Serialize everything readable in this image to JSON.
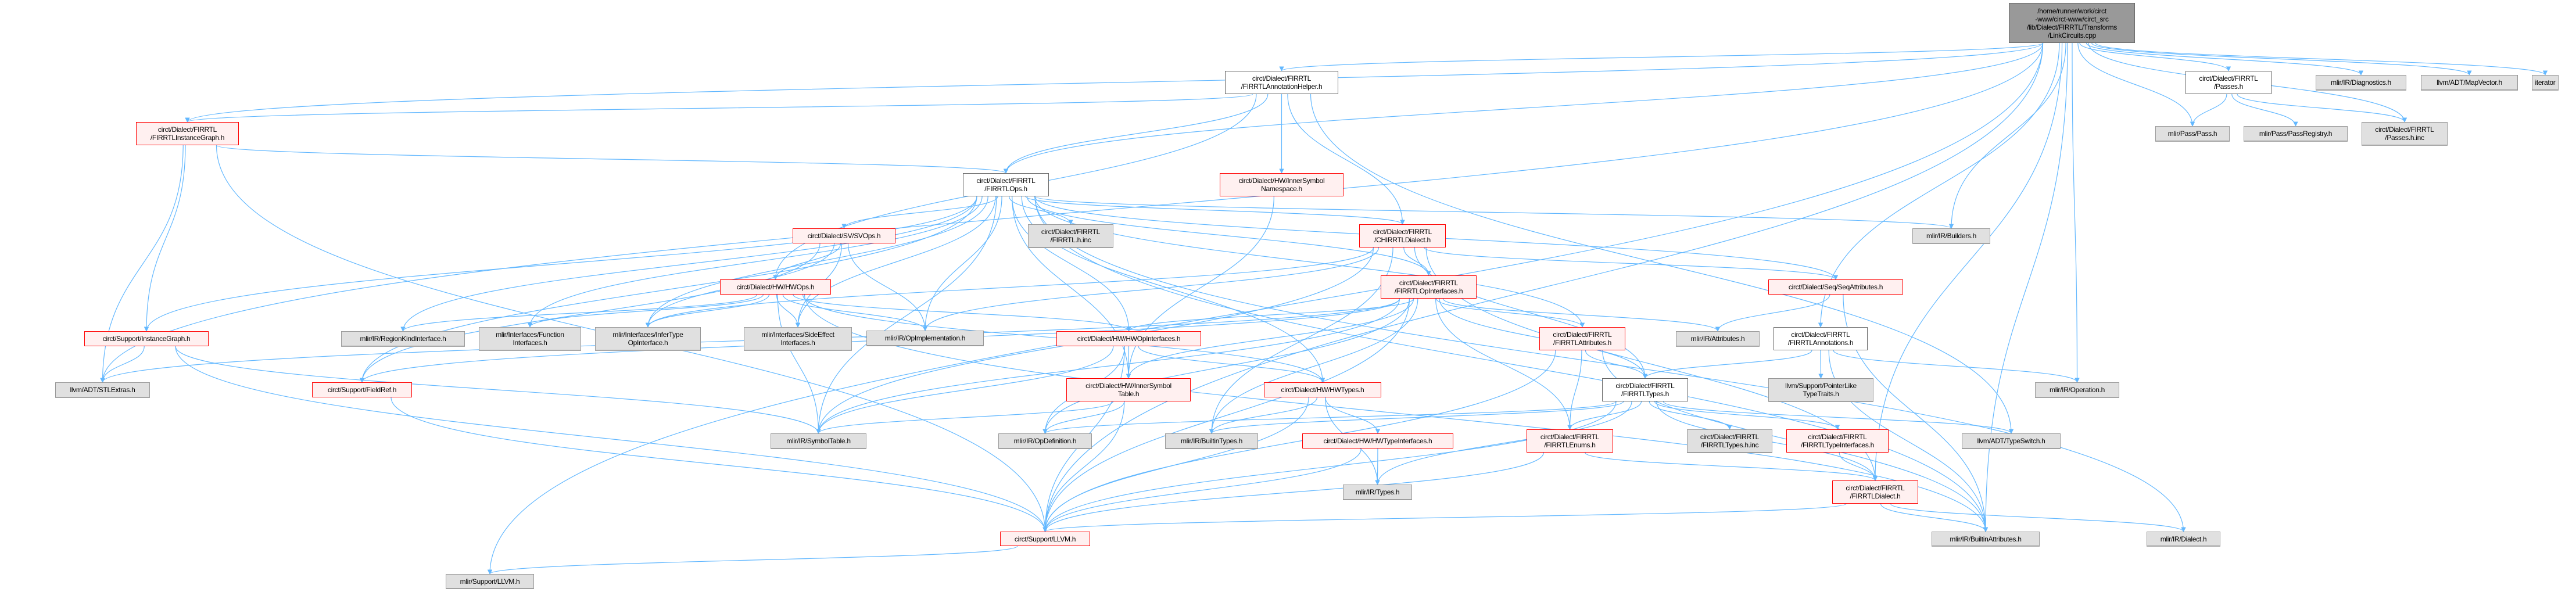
{
  "graph": {
    "edge_color": "#63b8ff",
    "nodes": {
      "main": "/home/runner/work/circt\n-www/circt-www/circt_src\n/lib/Dialect/FIRRTL/Transforms\n/LinkCircuits.cpp",
      "annot_helper": "circt/Dialect/FIRRTL\n/FIRRTLAnnotationHelper.h",
      "firrtl_inst_graph": "circt/Dialect/FIRRTL\n/FIRRTLInstanceGraph.h",
      "firrtl_ops": "circt/Dialect/FIRRTL\n/FIRRTLOps.h",
      "inner_sym_ns": "circt/Dialect/HW/InnerSymbol\nNamespace.h",
      "passes": "circt/Dialect/FIRRTL\n/Passes.h",
      "diagnostics": "mlir/IR/Diagnostics.h",
      "mapvector": "llvm/ADT/MapVector.h",
      "iterator": "iterator",
      "pass": "mlir/Pass/Pass.h",
      "passregistry": "mlir/Pass/PassRegistry.h",
      "passes_inc": "circt/Dialect/FIRRTL\n/Passes.h.inc",
      "builders": "mlir/IR/Builders.h",
      "svops": "circt/Dialect/SV/SVOps.h",
      "firrtl_inc": "circt/Dialect/FIRRTL\n/FIRRTL.h.inc",
      "chirrtl": "circt/Dialect/FIRRTL\n/CHIRRTLDialect.h",
      "seqattr": "circt/Dialect/Seq/SeqAttributes.h",
      "firrtl_opif": "circt/Dialect/FIRRTL\n/FIRRTLOpInterfaces.h",
      "hwops": "circt/Dialect/HW/HWOps.h",
      "instgraph_support": "circt/Support/InstanceGraph.h",
      "regionkind": "mlir/IR/RegionKindInterface.h",
      "funcif": "mlir/Interfaces/Function\nInterfaces.h",
      "infertype": "mlir/Interfaces/InferType\nOpInterface.h",
      "sideeffect": "mlir/Interfaces/SideEffect\nInterfaces.h",
      "opimpl": "mlir/IR/OpImplementation.h",
      "hwopif": "circt/Dialect/HW/HWOpInterfaces.h",
      "firrtl_attr": "circt/Dialect/FIRRTL\n/FIRRTLAttributes.h",
      "attributes": "mlir/IR/Attributes.h",
      "firrtl_annot": "circt/Dialect/FIRRTL\n/FIRRTLAnnotations.h",
      "stlextras": "llvm/ADT/STLExtras.h",
      "fieldref": "circt/Support/FieldRef.h",
      "inner_sym_table": "circt/Dialect/HW/InnerSymbol\nTable.h",
      "hwtypes": "circt/Dialect/HW/HWTypes.h",
      "firrtl_types": "circt/Dialect/FIRRTL\n/FIRRTLTypes.h",
      "pointerlike": "llvm/Support/PointerLike\nTypeTraits.h",
      "operation": "mlir/IR/Operation.h",
      "symboltable": "mlir/IR/SymbolTable.h",
      "opdef": "mlir/IR/OpDefinition.h",
      "builtintypes": "mlir/IR/BuiltinTypes.h",
      "hwtypeif": "circt/Dialect/HW/HWTypeInterfaces.h",
      "firrtl_enums": "circt/Dialect/FIRRTL\n/FIRRTLEnums.h",
      "firrtl_types_inc": "circt/Dialect/FIRRTL\n/FIRRTLTypes.h.inc",
      "firrtl_typeif": "circt/Dialect/FIRRTL\n/FIRRTLTypeInterfaces.h",
      "typeswitch": "llvm/ADT/TypeSwitch.h",
      "types": "mlir/IR/Types.h",
      "firrtl_dialect": "circt/Dialect/FIRRTL\n/FIRRTLDialect.h",
      "circt_llvm": "circt/Support/LLVM.h",
      "builtinattr": "mlir/IR/BuiltinAttributes.h",
      "dialect": "mlir/IR/Dialect.h",
      "mlir_llvm": "mlir/Support/LLVM.h"
    },
    "edges": [
      [
        "main",
        "annot_helper"
      ],
      [
        "main",
        "firrtl_ops"
      ],
      [
        "main",
        "firrtl_inst_graph"
      ],
      [
        "main",
        "passes"
      ],
      [
        "main",
        "diagnostics"
      ],
      [
        "main",
        "mapvector"
      ],
      [
        "main",
        "iterator"
      ],
      [
        "main",
        "pass"
      ],
      [
        "main",
        "passes_inc"
      ],
      [
        "main",
        "builders"
      ],
      [
        "main",
        "stlextras"
      ],
      [
        "main",
        "mlir_llvm"
      ],
      [
        "main",
        "firrtl_annot"
      ],
      [
        "main",
        "operation"
      ],
      [
        "main",
        "builtinattr"
      ],
      [
        "main",
        "firrtl_dialect"
      ],
      [
        "main",
        "circt_llvm"
      ],
      [
        "annot_helper",
        "firrtl_ops"
      ],
      [
        "annot_helper",
        "hwops"
      ],
      [
        "annot_helper",
        "inner_sym_ns"
      ],
      [
        "annot_helper",
        "chirrtl"
      ],
      [
        "annot_helper",
        "firrtl_inst_graph"
      ],
      [
        "annot_helper",
        "typeswitch"
      ],
      [
        "firrtl_inst_graph",
        "firrtl_ops"
      ],
      [
        "firrtl_inst_graph",
        "instgraph_support"
      ],
      [
        "firrtl_inst_graph",
        "stlextras"
      ],
      [
        "firrtl_inst_graph",
        "circt_llvm"
      ],
      [
        "firrtl_ops",
        "svops"
      ],
      [
        "firrtl_ops",
        "firrtl_inc"
      ],
      [
        "firrtl_ops",
        "chirrtl"
      ],
      [
        "firrtl_ops",
        "firrtl_opif"
      ],
      [
        "firrtl_ops",
        "sideeffect"
      ],
      [
        "firrtl_ops",
        "opimpl"
      ],
      [
        "firrtl_ops",
        "hwopif"
      ],
      [
        "firrtl_ops",
        "instgraph_support"
      ],
      [
        "firrtl_ops",
        "fieldref"
      ],
      [
        "firrtl_ops",
        "regionkind"
      ],
      [
        "firrtl_ops",
        "funcif"
      ],
      [
        "firrtl_ops",
        "infertype"
      ],
      [
        "firrtl_ops",
        "symboltable"
      ],
      [
        "firrtl_ops",
        "seqattr"
      ],
      [
        "firrtl_ops",
        "builders"
      ],
      [
        "firrtl_ops",
        "dialect"
      ],
      [
        "firrtl_ops",
        "builtinattr"
      ],
      [
        "firrtl_ops",
        "inner_sym_table"
      ],
      [
        "firrtl_ops",
        "hwtypes"
      ],
      [
        "firrtl_ops",
        "firrtl_attr"
      ],
      [
        "svops",
        "hwops"
      ],
      [
        "svops",
        "sideeffect"
      ],
      [
        "svops",
        "opimpl"
      ],
      [
        "svops",
        "infertype"
      ],
      [
        "svops",
        "fieldref"
      ],
      [
        "hwops",
        "regionkind"
      ],
      [
        "hwops",
        "funcif"
      ],
      [
        "hwops",
        "infertype"
      ],
      [
        "hwops",
        "sideeffect"
      ],
      [
        "hwops",
        "opimpl"
      ],
      [
        "hwops",
        "hwopif"
      ],
      [
        "hwops",
        "symboltable"
      ],
      [
        "hwops",
        "hwtypes"
      ],
      [
        "hwops",
        "builtinattr"
      ],
      [
        "chirrtl",
        "firrtl_opif"
      ],
      [
        "chirrtl",
        "firrtl_dialect"
      ],
      [
        "chirrtl",
        "seqattr"
      ],
      [
        "chirrtl",
        "opimpl"
      ],
      [
        "chirrtl",
        "infertype"
      ],
      [
        "chirrtl",
        "builtintypes"
      ],
      [
        "chirrtl",
        "symboltable"
      ],
      [
        "chirrtl",
        "firrtl_types"
      ],
      [
        "firrtl_opif",
        "hwopif"
      ],
      [
        "firrtl_opif",
        "inner_sym_table"
      ],
      [
        "firrtl_opif",
        "firrtl_attr"
      ],
      [
        "firrtl_opif",
        "attributes"
      ],
      [
        "firrtl_opif",
        "firrtl_types"
      ],
      [
        "firrtl_opif",
        "firrtl_enums"
      ],
      [
        "firrtl_opif",
        "fieldref"
      ],
      [
        "firrtl_opif",
        "stlextras"
      ],
      [
        "firrtl_opif",
        "opdef"
      ],
      [
        "firrtl_opif",
        "builtintypes"
      ],
      [
        "firrtl_opif",
        "symboltable"
      ],
      [
        "firrtl_opif",
        "circt_llvm"
      ],
      [
        "hwopif",
        "inner_sym_table"
      ],
      [
        "hwopif",
        "hwtypes"
      ],
      [
        "hwopif",
        "opdef"
      ],
      [
        "hwopif",
        "symboltable"
      ],
      [
        "hwopif",
        "circt_llvm"
      ],
      [
        "inner_sym_table",
        "circt_llvm"
      ],
      [
        "inner_sym_table",
        "symboltable"
      ],
      [
        "inner_sym_table",
        "opdef"
      ],
      [
        "hwtypes",
        "builtintypes"
      ],
      [
        "hwtypes",
        "hwtypeif"
      ],
      [
        "hwtypes",
        "types"
      ],
      [
        "hwtypes",
        "circt_llvm"
      ],
      [
        "hwtypeif",
        "types"
      ],
      [
        "hwtypeif",
        "circt_llvm"
      ],
      [
        "firrtl_attr",
        "firrtl_types"
      ],
      [
        "firrtl_attr",
        "firrtl_enums"
      ],
      [
        "firrtl_attr",
        "builtinattr"
      ],
      [
        "firrtl_attr",
        "circt_llvm"
      ],
      [
        "firrtl_types",
        "firrtl_enums"
      ],
      [
        "firrtl_types",
        "firrtl_types_inc"
      ],
      [
        "firrtl_types",
        "firrtl_typeif"
      ],
      [
        "firrtl_types",
        "firrtl_dialect"
      ],
      [
        "firrtl_types",
        "typeswitch"
      ],
      [
        "firrtl_types",
        "builtintypes"
      ],
      [
        "firrtl_types",
        "types"
      ],
      [
        "firrtl_types",
        "circt_llvm"
      ],
      [
        "firrtl_types",
        "opdef"
      ],
      [
        "firrtl_enums",
        "firrtl_dialect"
      ],
      [
        "firrtl_enums",
        "circt_llvm"
      ],
      [
        "firrtl_typeif",
        "firrtl_dialect"
      ],
      [
        "firrtl_dialect",
        "builtinattr"
      ],
      [
        "firrtl_dialect",
        "dialect"
      ],
      [
        "firrtl_dialect",
        "circt_llvm"
      ],
      [
        "firrtl_annot",
        "pointerlike"
      ],
      [
        "firrtl_annot",
        "operation"
      ],
      [
        "firrtl_annot",
        "builtinattr"
      ],
      [
        "firrtl_annot",
        "firrtl_types"
      ],
      [
        "seqattr",
        "attributes"
      ],
      [
        "seqattr",
        "builtinattr"
      ],
      [
        "instgraph_support",
        "stlextras"
      ],
      [
        "instgraph_support",
        "symboltable"
      ],
      [
        "instgraph_support",
        "circt_llvm"
      ],
      [
        "fieldref",
        "circt_llvm"
      ],
      [
        "circt_llvm",
        "mlir_llvm"
      ],
      [
        "inner_sym_ns",
        "inner_sym_table"
      ],
      [
        "passes",
        "pass"
      ],
      [
        "passes",
        "passregistry"
      ],
      [
        "passes",
        "passes_inc"
      ]
    ]
  }
}
